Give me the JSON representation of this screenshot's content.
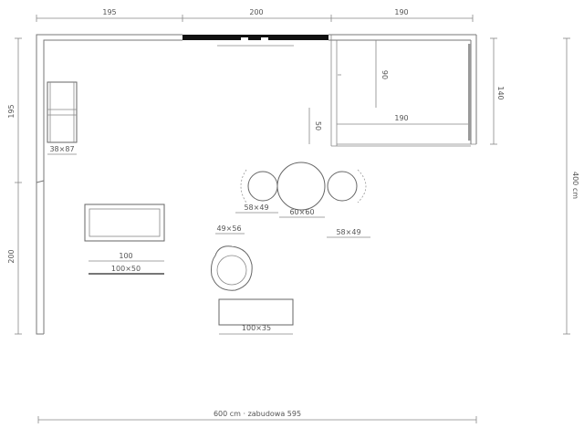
{
  "colors": {
    "line": "#777777",
    "text": "#555555",
    "window": "#111111",
    "background": "#ffffff"
  },
  "dimensions": {
    "top_left": "195",
    "top_middle": "200",
    "top_right": "190",
    "left_upper": "195",
    "left_lower": "200",
    "right_total": "400 cm",
    "bottom_total": "600 cm · zabudowa 595",
    "bed_side": "140"
  },
  "furniture": {
    "shelf": "38×87",
    "bed_width": "190",
    "bed_inner": "90",
    "nightstand": "50",
    "chair_left": "58×49",
    "table": "60×60",
    "chair_right": "58×49",
    "armchair": "49×56",
    "sofa_length": "100",
    "sofa_size": "100×50",
    "bench": "100×35"
  }
}
